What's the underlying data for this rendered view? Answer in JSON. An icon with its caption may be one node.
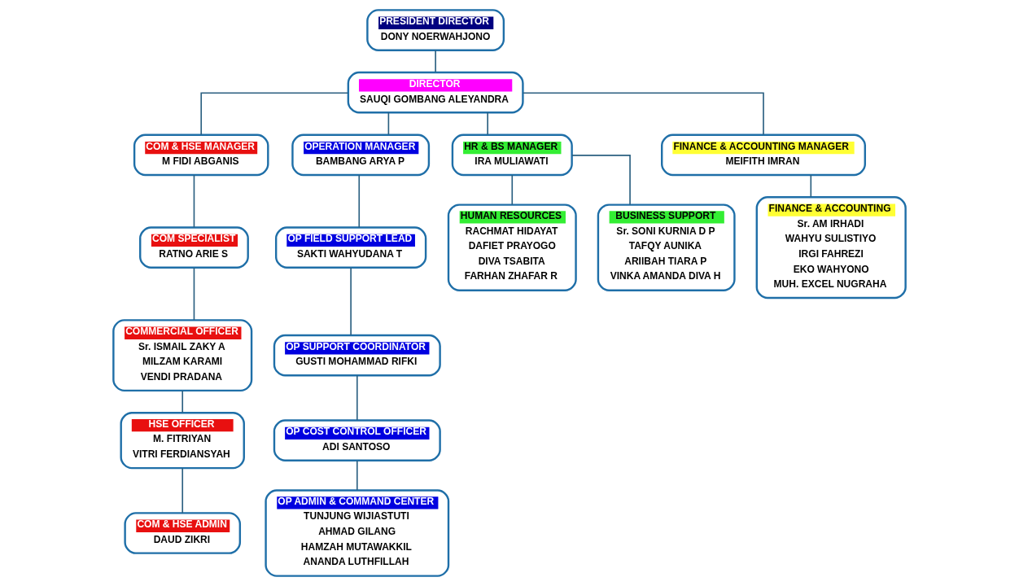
{
  "diagram": {
    "nodes": [
      {
        "text": [
          "PRESIDENT DIRECTOR",
          "DONY NOERWAHJONO"
        ]
      },
      {
        "text": [
          "DIRECTOR",
          "SAUQI GOMBANG ALEYANDRA"
        ]
      },
      {
        "text": [
          "COM & HSE MANAGER",
          "M FIDI ABGANIS"
        ]
      },
      {
        "text": [
          "OPERATION MANAGER",
          "BAMBANG ARYA P"
        ]
      },
      {
        "text": [
          "HR & BS MANAGER",
          "IRA MULIAWATI"
        ]
      },
      {
        "text": [
          "FINANCE & ACCOUNTING MANAGER",
          "MEIFITH IMRAN"
        ]
      },
      {
        "text": [
          "COM SPECIALIST",
          "RATNO ARIE S"
        ]
      },
      {
        "text": [
          "COMMERCIAL OFFICER",
          "Sr. ISMAIL ZAKY A",
          "MILZAM KARAMI",
          "VENDI PRADANA"
        ]
      },
      {
        "text": [
          "HSE OFFICER",
          "M. FITRIYAN",
          "VITRI FERDIANSYAH"
        ]
      },
      {
        "text": [
          "COM & HSE ADMIN",
          "DAUD ZIKRI"
        ]
      },
      {
        "text": [
          "OP FIELD SUPPORT LEAD",
          "SAKTI WAHYUDANA T"
        ]
      },
      {
        "text": [
          "OP SUPPORT COORDINATOR",
          "GUSTI MOHAMMAD RIFKI"
        ]
      },
      {
        "text": [
          "OP COST CONTROL OFFICER",
          "ADI SANTOSO"
        ]
      },
      {
        "text": [
          "OP ADMIN & COMMAND CENTER",
          "TUNJUNG WIJIASTUTI",
          "AHMAD GILANG",
          "HAMZAH MUTAWAKKIL",
          "ANANDA LUTHFILLAH"
        ]
      },
      {
        "text": [
          "HUMAN RESOURCES",
          "RACHMAT HIDAYAT",
          "DAFIET PRAYOGO",
          "DIVA TSABITA",
          "FARHAN ZHAFAR R"
        ]
      },
      {
        "text": [
          "BUSINESS SUPPORT",
          "Sr. SONI KURNIA D P",
          "TAFQY AUNIKA",
          "ARIIBAH TIARA P",
          "VINKA AMANDA DIVA H"
        ]
      },
      {
        "text": [
          "FINANCE & ACCOUNTING",
          "Sr. AM IRHADI",
          "WAHYU SULISTIYO",
          "IRGI FAHREZI",
          "EKO WAHYONO",
          "MUH. EXCEL NUGRAHA"
        ]
      }
    ],
    "edges": [
      {
        "from": 0,
        "to": 1,
        "arrow": "none"
      },
      {
        "from": 1,
        "to": 2,
        "arrow": "none"
      },
      {
        "from": 1,
        "to": 3,
        "arrow": "none"
      },
      {
        "from": 1,
        "to": 4,
        "arrow": "none"
      },
      {
        "from": 1,
        "to": 5,
        "arrow": "none"
      },
      {
        "from": 2,
        "to": 6,
        "arrow": "none"
      },
      {
        "from": 6,
        "to": 7,
        "arrow": "none"
      },
      {
        "from": 7,
        "to": 8,
        "arrow": "none"
      },
      {
        "from": 8,
        "to": 9,
        "arrow": "none"
      },
      {
        "from": 3,
        "to": 10,
        "arrow": "none"
      },
      {
        "from": 10,
        "to": 11,
        "arrow": "none"
      },
      {
        "from": 11,
        "to": 12,
        "arrow": "none"
      },
      {
        "from": 12,
        "to": 13,
        "arrow": "none"
      },
      {
        "from": 4,
        "to": 14,
        "arrow": "none"
      },
      {
        "from": 4,
        "to": 15,
        "arrow": "none"
      },
      {
        "from": 5,
        "to": 16,
        "arrow": "none"
      }
    ]
  }
}
